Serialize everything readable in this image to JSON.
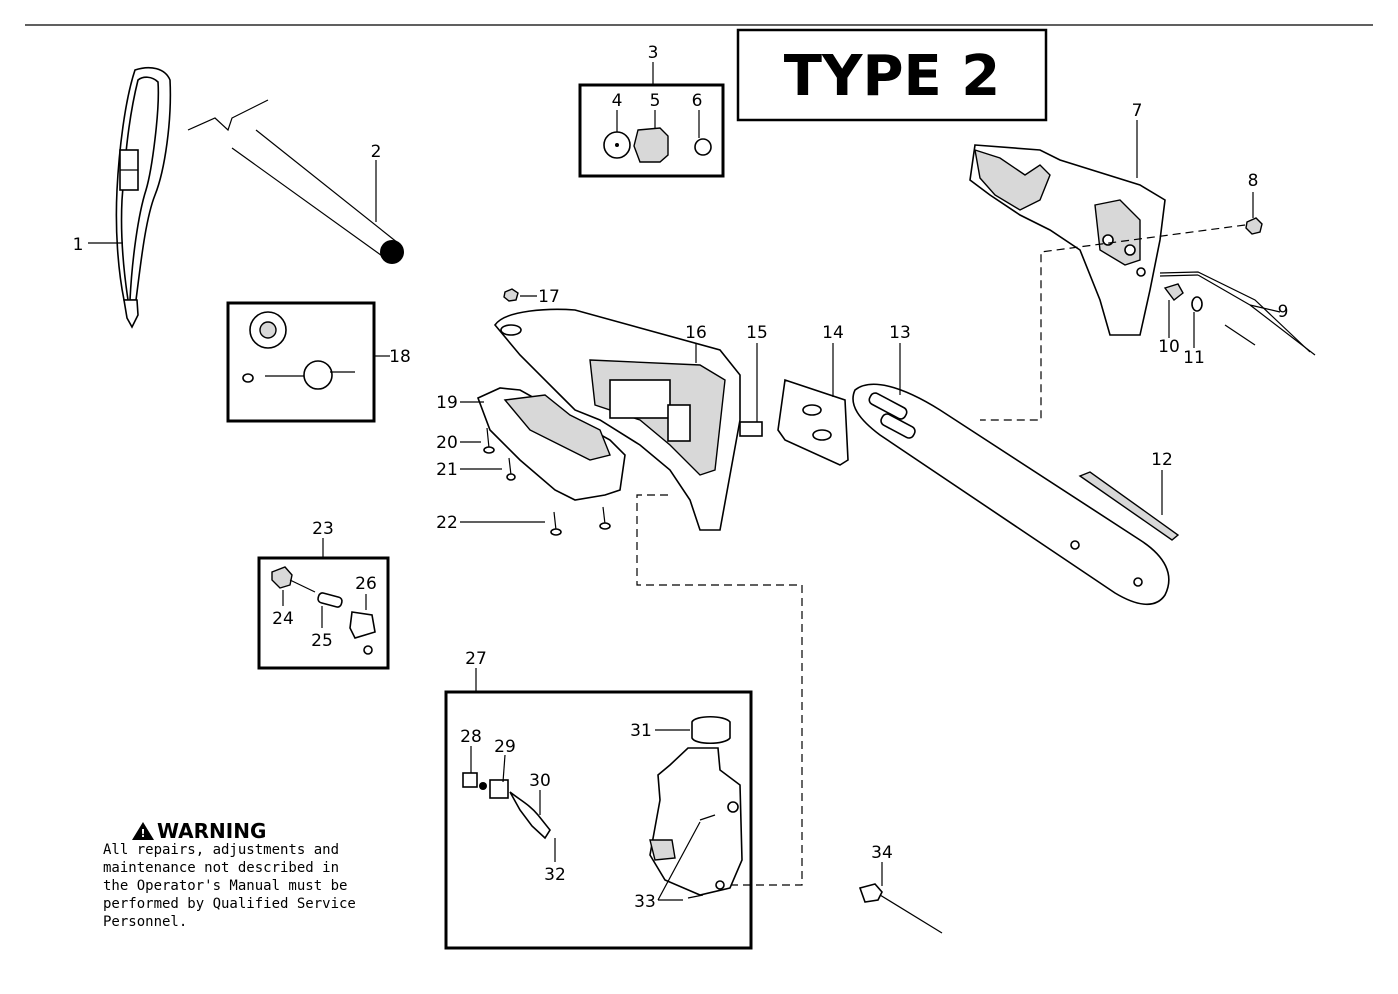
{
  "title": "TYPE 2",
  "warning": {
    "heading": "WARNING",
    "lines": [
      "All repairs, adjustments and",
      "maintenance not described in",
      "the Operator's Manual must be",
      "performed by Qualified Service",
      "Personnel."
    ]
  },
  "callouts": [
    "1",
    "2",
    "3",
    "4",
    "5",
    "6",
    "7",
    "8",
    "9",
    "10",
    "11",
    "12",
    "13",
    "14",
    "15",
    "16",
    "17",
    "18",
    "19",
    "20",
    "21",
    "22",
    "23",
    "24",
    "25",
    "26",
    "27",
    "28",
    "29",
    "30",
    "31",
    "32",
    "33",
    "34"
  ]
}
